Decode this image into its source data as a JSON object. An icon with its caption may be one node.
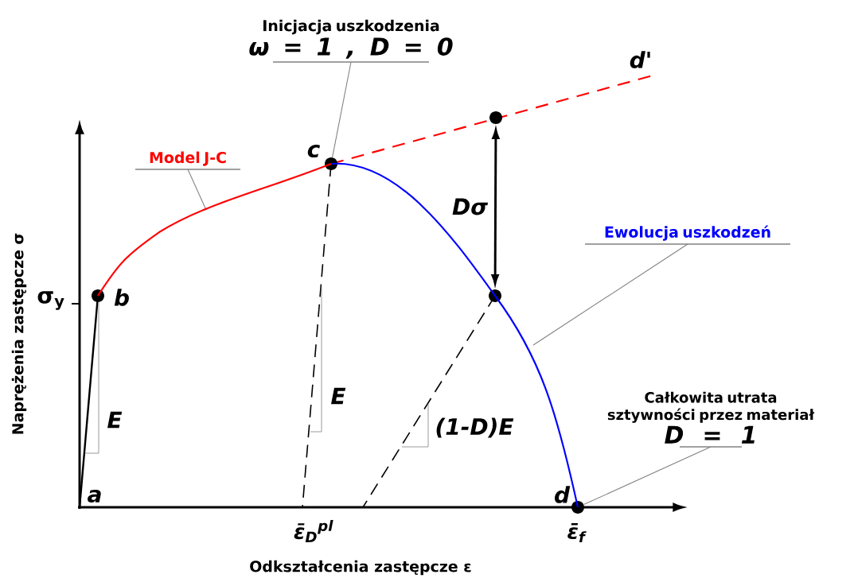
{
  "diagram": {
    "nodes": [
      {
        "text": [
          "Inicjacja uszkodzenia",
          "ω = 1 , D = 0"
        ]
      },
      {
        "text": [
          "Model J-C"
        ]
      },
      {
        "text": [
          "Ewolucja uszkodzeń"
        ]
      },
      {
        "text": [
          "Całkowita utrata sztywności przez materiał",
          "D = 1"
        ]
      },
      {
        "text": [],
        "shape": "circle",
        "beside": [
          "c"
        ]
      },
      {
        "text": [],
        "shape": "circle",
        "beside": [
          "d"
        ]
      },
      {
        "text": [],
        "shape": "circle"
      },
      {
        "text": [],
        "shape": "circle"
      },
      {
        "text": [],
        "shape": "circle",
        "beside": [
          "b"
        ]
      }
    ],
    "edges": [
      {
        "from": 0,
        "to": 4,
        "arrow": "none"
      },
      {
        "from": 1,
        "to": null,
        "arrow": "none"
      },
      {
        "from": 2,
        "to": null,
        "arrow": "none"
      },
      {
        "from": 3,
        "to": 5,
        "arrow": "none"
      },
      {
        "from": 6,
        "to": 7,
        "arrow": "both",
        "label": "Dσ",
        "style": "thick",
        "color": "#000000"
      },
      {
        "from": 8,
        "to": 4,
        "arrow": "none",
        "color": "#ff0000"
      },
      {
        "from": 4,
        "to": 7,
        "arrow": "none",
        "color": "#0000ff"
      },
      {
        "from": 7,
        "to": 5,
        "arrow": "none",
        "color": "#0000ff"
      }
    ],
    "labels": [
      "d'",
      "σ$_{y}$",
      "E",
      "E",
      "(1-D)E",
      "a",
      "ε̄$_{D}$$^{pl}$",
      "ε̄$_{f}$",
      "Naprężenia zastępcze σ",
      "Odkształcenia zastępcze ε"
    ]
  }
}
